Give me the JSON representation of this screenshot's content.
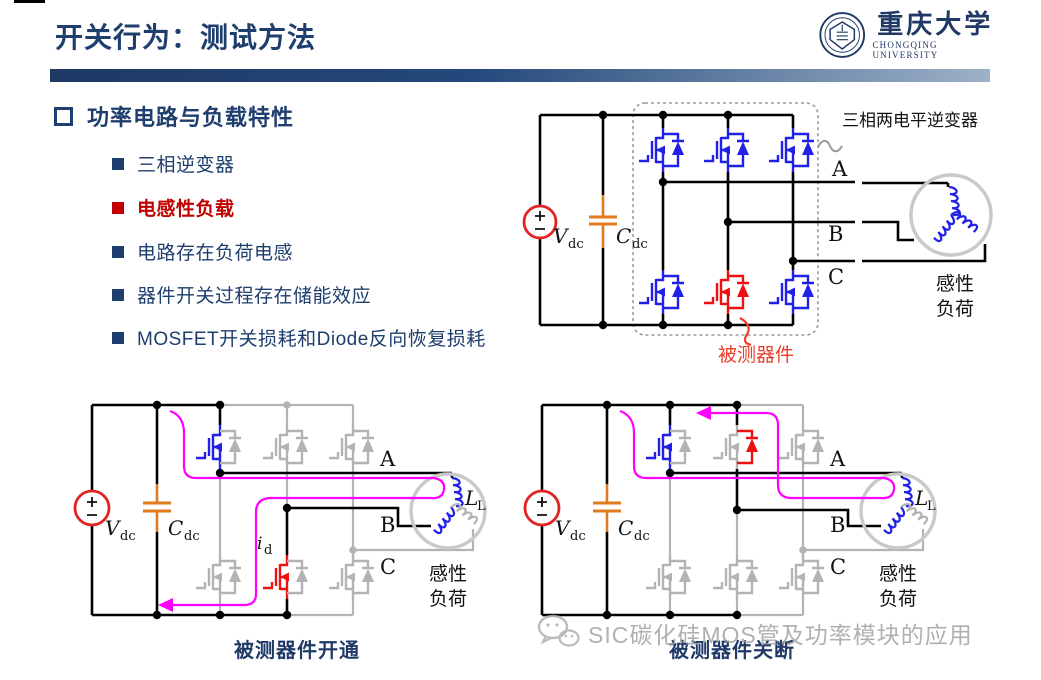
{
  "slide": {
    "title": "开关行为：测试方法"
  },
  "logo": {
    "name_cn": "重庆大学",
    "name_en": "CHONGQING UNIVERSITY"
  },
  "outline": {
    "heading": "功率电路与负载特性",
    "items": [
      {
        "label": "三相逆变器"
      },
      {
        "label": "电感性负载"
      },
      {
        "label": "电路存在负荷电感"
      },
      {
        "label": "器件开关过程存在储能效应"
      },
      {
        "label": "MOSFET开关损耗和Diode反向恢复损耗"
      }
    ]
  },
  "inverter": {
    "annotation": "三相两电平逆变器",
    "dut_label": "被测器件",
    "vdc": {
      "sym": "V",
      "sub": "dc"
    },
    "cdc": {
      "sym": "C",
      "sub": "dc"
    },
    "phase_a": "A",
    "phase_b": "B",
    "phase_c": "C",
    "load_line1": "感性",
    "load_line2": "负荷"
  },
  "turn_on": {
    "caption": "被测器件开通",
    "vdc": {
      "sym": "V",
      "sub": "dc"
    },
    "cdc": {
      "sym": "C",
      "sub": "dc"
    },
    "phase_a": "A",
    "phase_b": "B",
    "phase_c": "C",
    "inductor": {
      "sym": "L",
      "sub": "L"
    },
    "current": {
      "sym": "i",
      "sub": "d"
    },
    "load_line1": "感性",
    "load_line2": "负荷"
  },
  "turn_off": {
    "caption": "被测器件关断",
    "vdc": {
      "sym": "V",
      "sub": "dc"
    },
    "cdc": {
      "sym": "C",
      "sub": "dc"
    },
    "phase_a": "A",
    "phase_b": "B",
    "phase_c": "C",
    "inductor": {
      "sym": "L",
      "sub": "L"
    },
    "load_line1": "感性",
    "load_line2": "负荷"
  },
  "watermark": {
    "text": "SIC碳化硅MOS管及功率模块的应用"
  },
  "colors": {
    "navy": "#1e3e6d",
    "red_accent": "#c00000",
    "device_blue": "#2020e6",
    "device_red": "#ee1111",
    "device_gray": "#b3b3b3",
    "capacitor_orange": "#e07c1e",
    "current_magenta": "#ff00ff",
    "source_red": "#e32222"
  }
}
